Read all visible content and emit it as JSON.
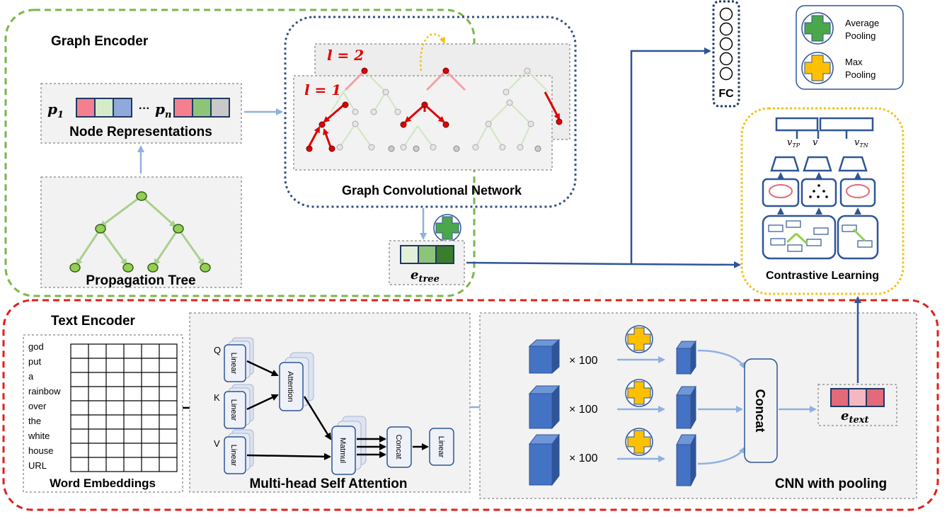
{
  "graph_encoder": {
    "title": "Graph Encoder",
    "node_representations": {
      "label": "Node Representations",
      "p1": "p",
      "p1_sub": "1",
      "dots": "···",
      "pn": "p",
      "pn_sub": "n"
    },
    "propagation_tree": {
      "label": "Propagation Tree"
    },
    "gcn": {
      "label": "Graph Convolutional Network",
      "layer1": "l = 1",
      "layer2": "l = 2"
    },
    "e_tree": {
      "base": "e",
      "sub": "tree"
    }
  },
  "fc": {
    "label": "FC"
  },
  "legend": {
    "average_pooling": "Average\nPooling",
    "max_pooling": "Max\nPooling"
  },
  "contrastive": {
    "label": "Contrastive Learning",
    "v_labels": [
      "v",
      "v",
      "v"
    ],
    "v_subs": [
      "TP",
      "",
      "TN"
    ]
  },
  "text_encoder": {
    "title": "Text Encoder",
    "words": [
      "god",
      "put",
      "a",
      "rainbow",
      "over",
      "the",
      "white",
      "house",
      "URL"
    ],
    "word_embeddings_label": "Word Embeddings",
    "attention": {
      "label": "Multi-head Self Attention",
      "q": "Q",
      "k": "K",
      "v": "V",
      "linear": "Linear",
      "attention_block": "Attention",
      "matmul": "Matmul",
      "concat": "Concat"
    },
    "cnn": {
      "label": "CNN with pooling",
      "times": [
        "× 100",
        "× 100",
        "× 100"
      ],
      "concat": "Concat"
    },
    "e_text": {
      "base": "e",
      "sub": "text"
    }
  },
  "colors": {
    "graph_border": "#7ab648",
    "gcn_border": "#2f4f7f",
    "text_border": "#e0201b",
    "contrastive_border": "#f4c21a",
    "arrow": "#2f5597",
    "light_arrow": "#8fb0e0",
    "tree_green": "#a9d18e",
    "node_green": "#92d050",
    "red": "#e00000",
    "cube": "#4472c4",
    "pool_green": "#4aa84a",
    "pool_yellow": "#ffc000"
  }
}
